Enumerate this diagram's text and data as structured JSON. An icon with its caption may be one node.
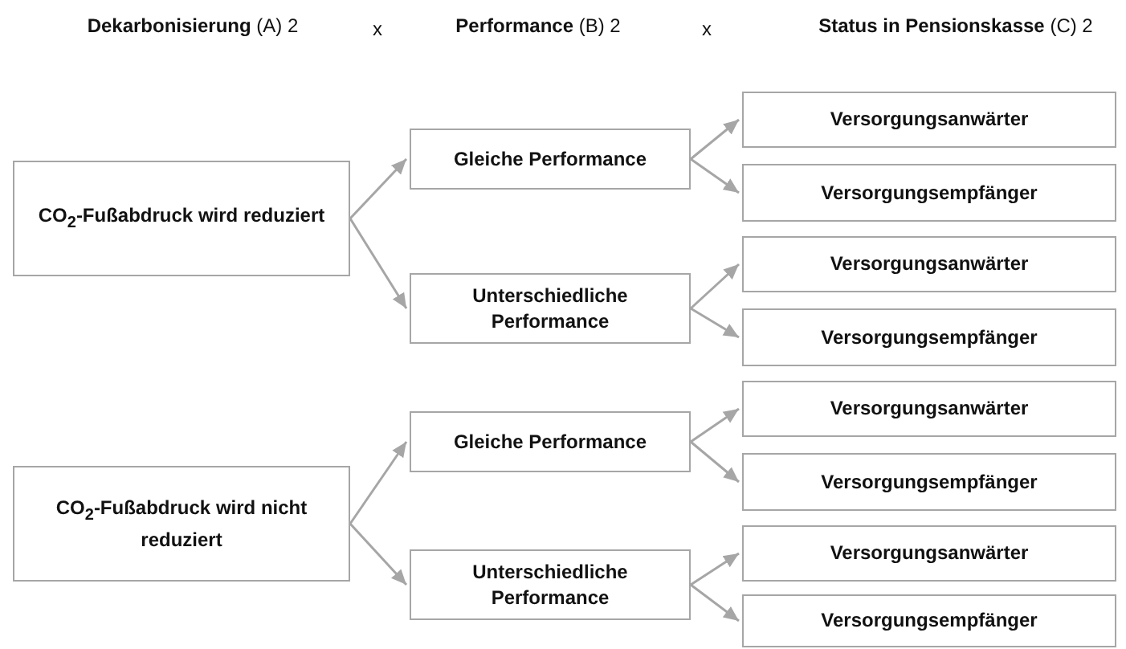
{
  "diagram": {
    "nodes": [
      {
        "text": [
          "CO$_{2}$-Fußabdruck wird reduziert"
        ]
      },
      {
        "text": [
          "Gleiche Performance"
        ]
      },
      {
        "text": [
          "Versorgungsanwärter"
        ]
      },
      {
        "text": [
          "Versorgungsempfänger"
        ]
      },
      {
        "text": [
          "Unterschiedliche Performance"
        ]
      },
      {
        "text": [
          "Versorgungsanwärter"
        ]
      },
      {
        "text": [
          "Versorgungsempfänger"
        ]
      },
      {
        "text": [
          "CO$_{2}$-Fußabdruck wird nicht reduziert"
        ]
      },
      {
        "text": [
          "Gleiche Performance"
        ]
      },
      {
        "text": [
          "Versorgungsanwärter"
        ]
      },
      {
        "text": [
          "Versorgungsempfänger"
        ]
      },
      {
        "text": [
          "Unterschiedliche Performance"
        ]
      },
      {
        "text": [
          "Versorgungsanwärter"
        ]
      },
      {
        "text": [
          "Versorgungsempfänger"
        ]
      }
    ],
    "edges": [
      {
        "from": 0,
        "to": 1,
        "arrow": "to"
      },
      {
        "from": 0,
        "to": 4,
        "arrow": "to"
      },
      {
        "from": 1,
        "to": 2,
        "arrow": "to"
      },
      {
        "from": 1,
        "to": 3,
        "arrow": "to"
      },
      {
        "from": 4,
        "to": 5,
        "arrow": "to"
      },
      {
        "from": 4,
        "to": 6,
        "arrow": "to"
      },
      {
        "from": 7,
        "to": 8,
        "arrow": "to"
      },
      {
        "from": 7,
        "to": 11,
        "arrow": "to"
      },
      {
        "from": 8,
        "to": 9,
        "arrow": "to"
      },
      {
        "from": 8,
        "to": 10,
        "arrow": "to"
      },
      {
        "from": 11,
        "to": 12,
        "arrow": "to"
      },
      {
        "from": 11,
        "to": 13,
        "arrow": "to"
      }
    ],
    "labels": [
      "**Dekarbonisierung** (A) 2",
      "x",
      "**Performance** (B) 2",
      "x",
      "**Status in Pensionskasse** (C) 2"
    ]
  }
}
